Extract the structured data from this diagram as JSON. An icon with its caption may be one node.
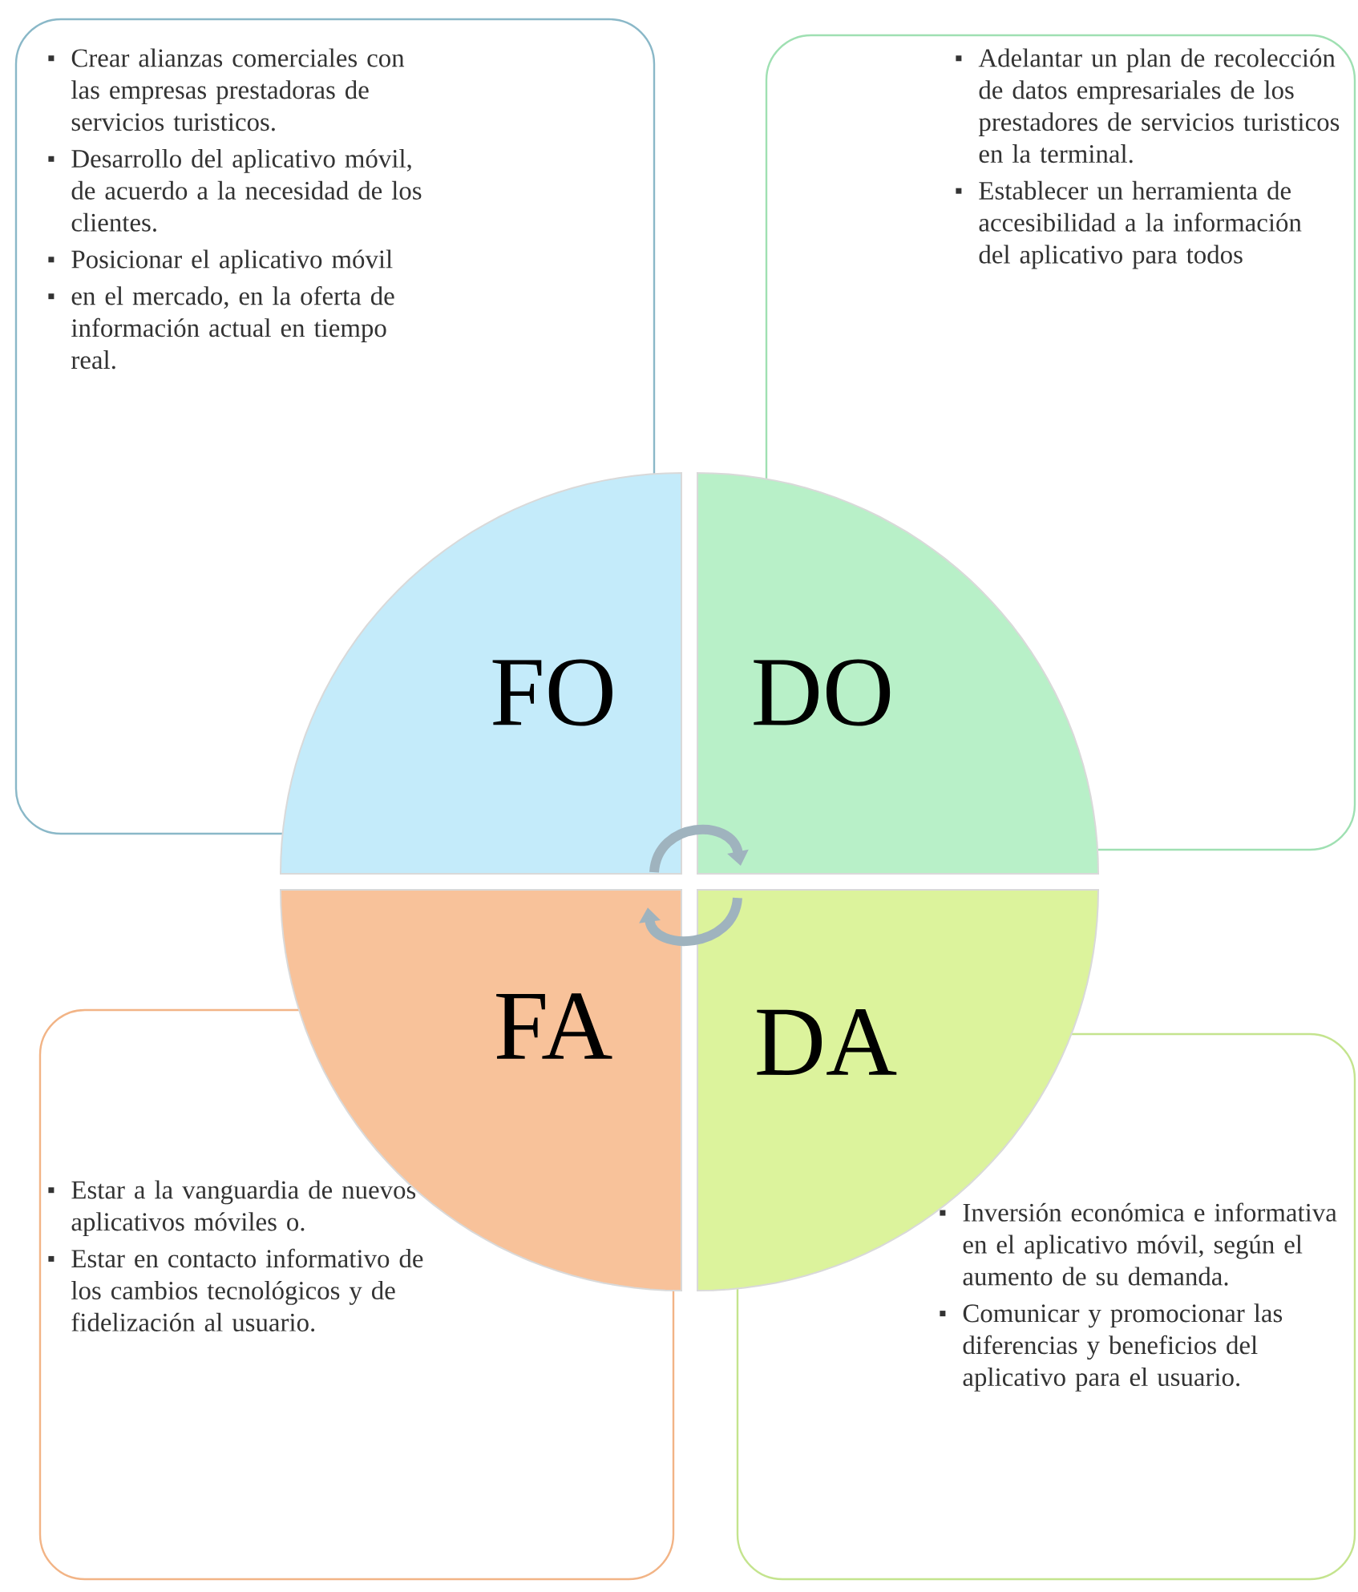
{
  "diagram": {
    "nodes": [
      {
        "text": [
          "Crear alianzas comerciales con las empresas  prestadoras de servicios turisticos.",
          "Desarrollo del aplicativo móvil, de acuerdo a la necesidad de los clientes.",
          "Posicionar el aplicativo móvil",
          "en el mercado, en la oferta de información actual en tiempo real."
        ]
      },
      {
        "text": [
          "Adelantar un plan de recolección de datos empresariales de los prestadores de servicios turisticos en la terminal.",
          "Establecer un herramienta de accesibilidad a la información del aplicativo para todos"
        ]
      },
      {
        "text": [
          "Estar a la vanguardia de nuevos aplicativos móviles o.",
          "Estar en contacto informativo de los cambios tecnológicos y de fidelización al usuario."
        ]
      },
      {
        "text": [
          "Inversión económica e informativa en el aplicativo móvil, según el aumento de su demanda.",
          "Comunicar y promocionar las diferencias y beneficios del aplicativo para el usuario."
        ]
      },
      {
        "text": [
          "FO"
        ]
      },
      {
        "text": [
          "DO"
        ]
      },
      {
        "text": [
          "FA"
        ]
      },
      {
        "text": [
          "DA"
        ]
      }
    ],
    "edges": [
      {
        "from": 4,
        "to": 5,
        "arrow": "to"
      },
      {
        "from": 7,
        "to": 6,
        "arrow": "to"
      }
    ]
  }
}
